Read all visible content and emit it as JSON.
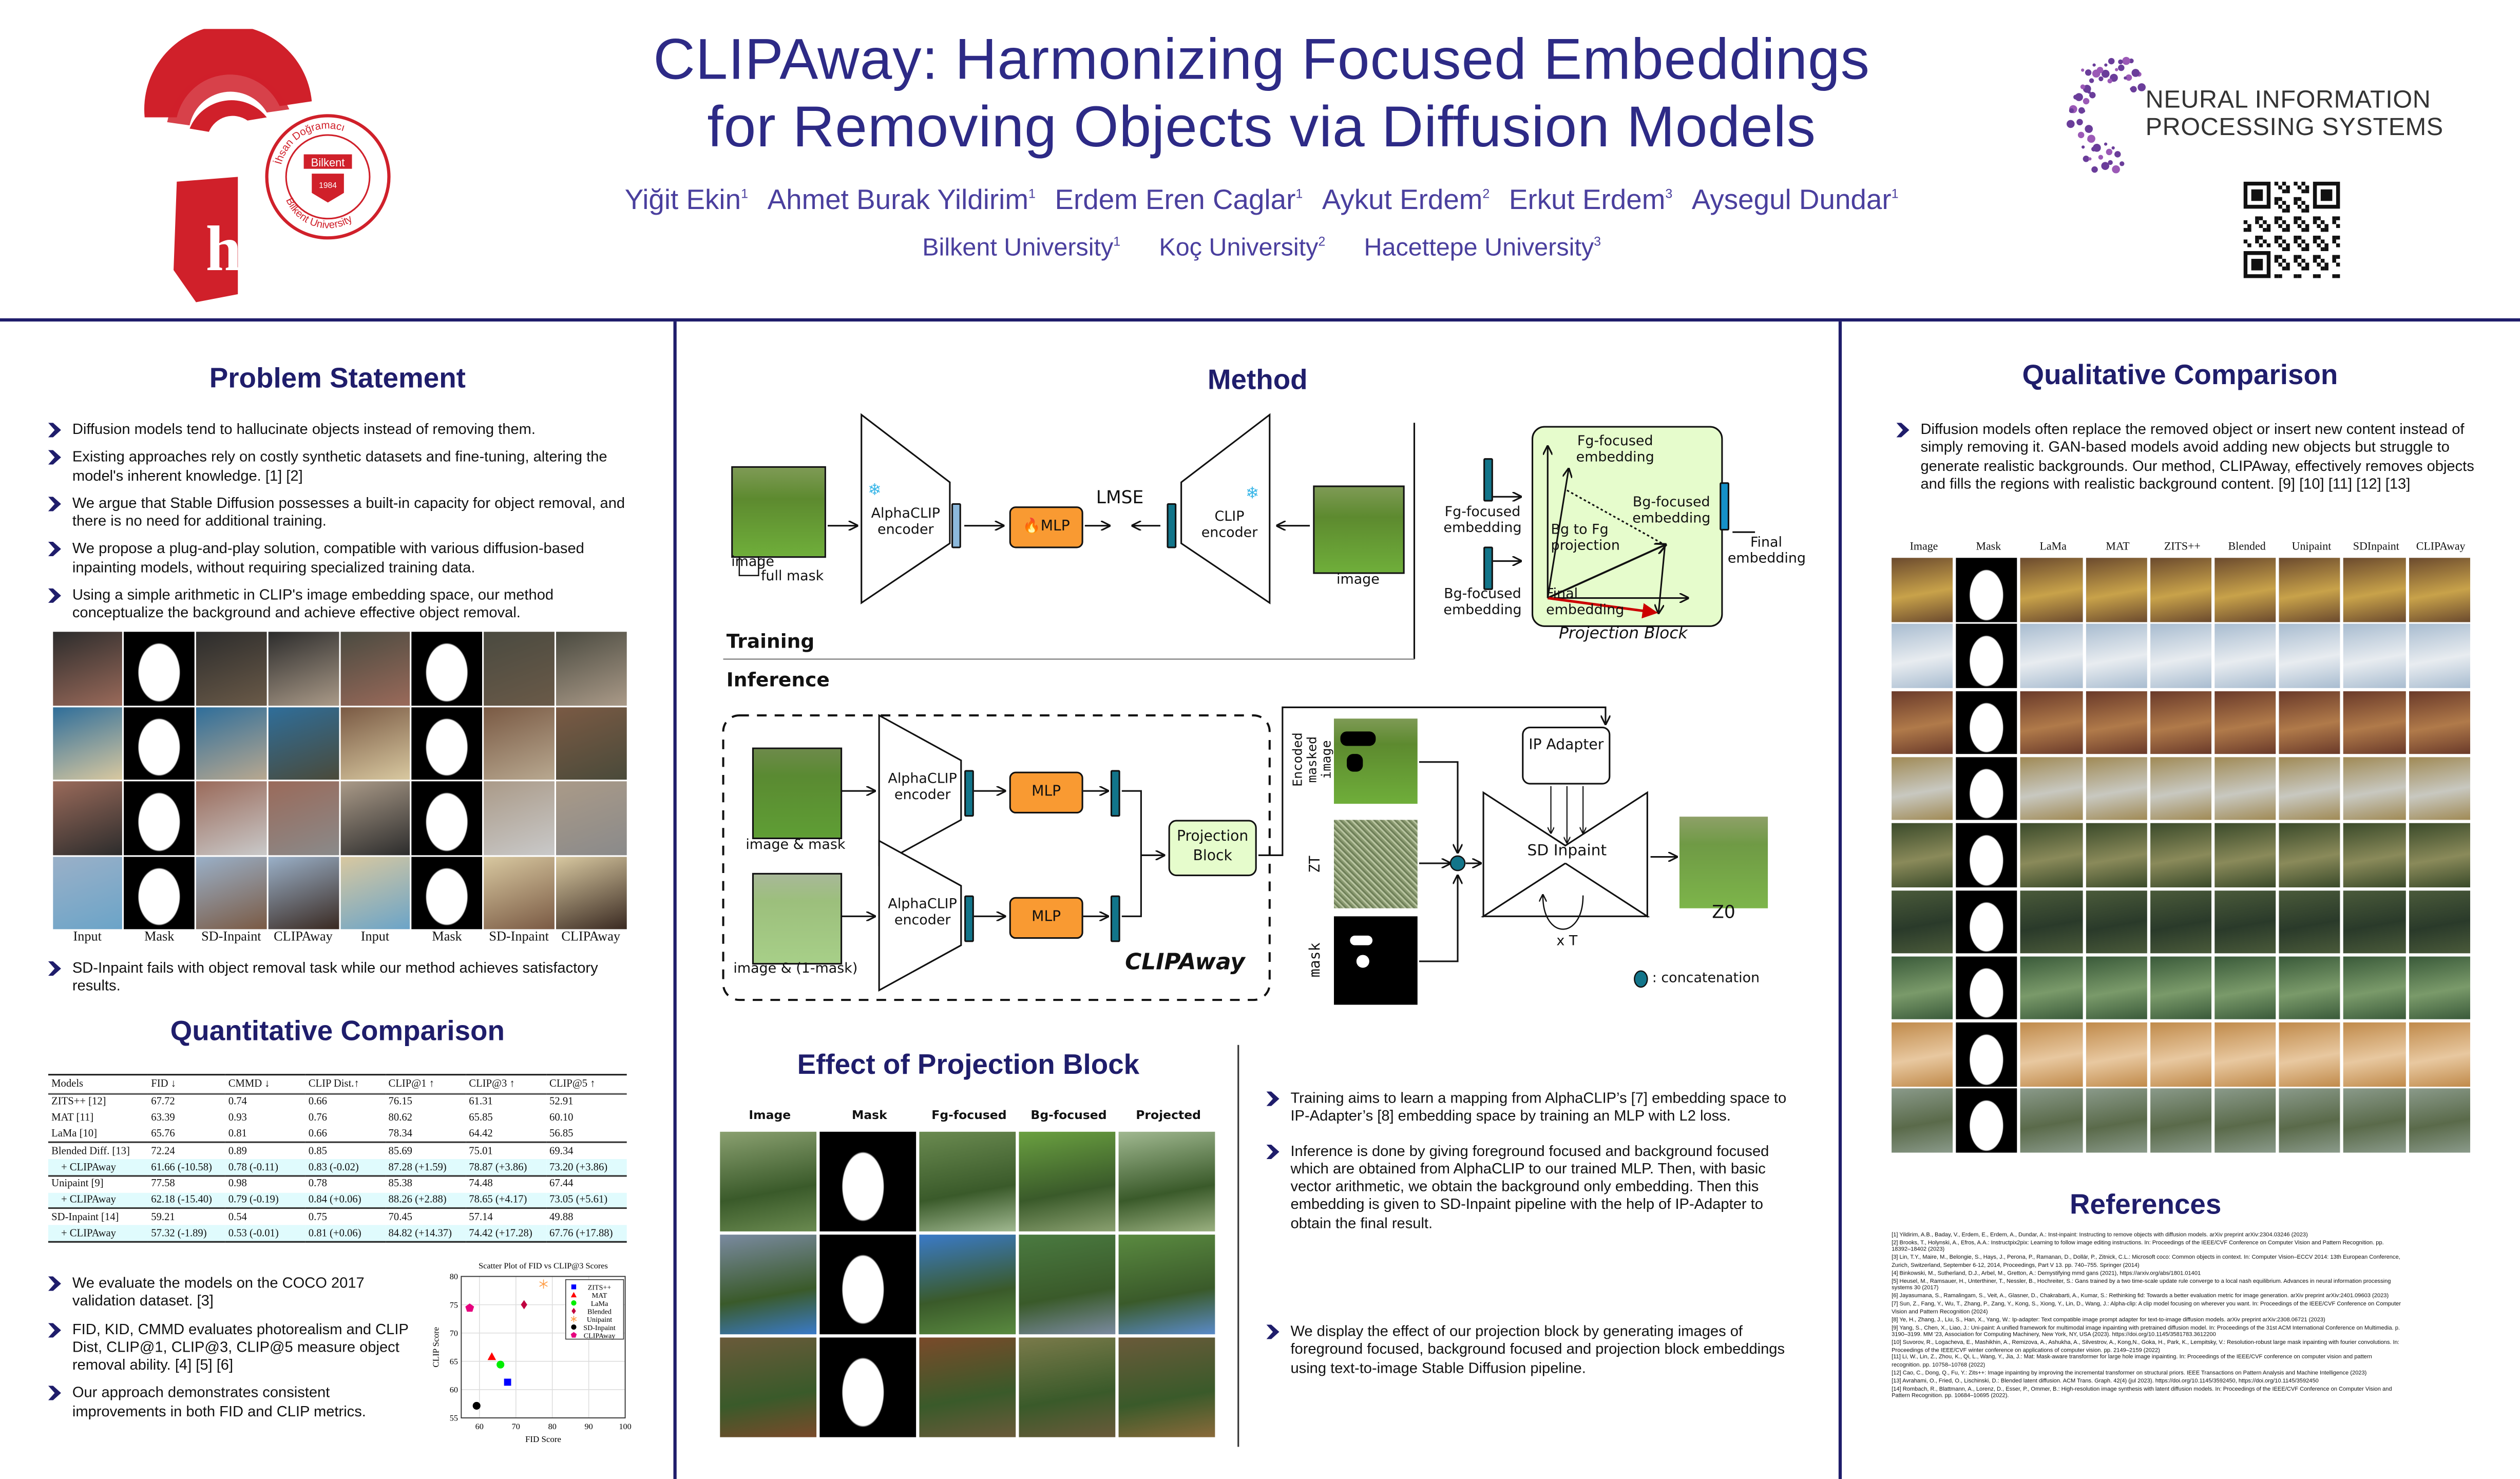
{
  "header": {
    "title_line1": "CLIPAway: Harmonizing Focused Embeddings",
    "title_line2": "for Removing Objects via Diffusion Models",
    "authors": [
      {
        "name": "Yiğit Ekin",
        "sup": "1"
      },
      {
        "name": "Ahmet Burak Yildirim",
        "sup": "1"
      },
      {
        "name": "Erdem Eren Caglar",
        "sup": "1"
      },
      {
        "name": "Aykut Erdem",
        "sup": "2"
      },
      {
        "name": "Erkut Erdem",
        "sup": "3"
      },
      {
        "name": "Aysegul Dundar",
        "sup": "1"
      }
    ],
    "affiliations": [
      {
        "name": "Bilkent University",
        "sup": "1"
      },
      {
        "name": "Koç University",
        "sup": "2"
      },
      {
        "name": "Hacettepe University",
        "sup": "3"
      }
    ],
    "seal_text": "İhsan Doğramacı Bilkent University 1984",
    "conference_line1": "NEURAL INFORMATION",
    "conference_line2": "PROCESSING SYSTEMS"
  },
  "problem": {
    "heading": "Problem Statement",
    "bullets": [
      "Diffusion models tend to hallucinate objects instead of removing them.",
      "Existing approaches rely on costly synthetic datasets and fine-tuning, altering the model's inherent knowledge. [1] [2]",
      "We argue that Stable Diffusion possesses a built-in capacity for object removal, and there is no need for additional training.",
      "We propose a plug-and-play solution, compatible with various diffusion-based inpainting models, without requiring specialized training data.",
      "Using a simple arithmetic in CLIP's image embedding space, our method conceptualize the background and achieve effective object removal."
    ],
    "figure_captions": [
      "Input",
      "Mask",
      "SD-Inpaint",
      "CLIPAway",
      "Input",
      "Mask",
      "SD-Inpaint",
      "CLIPAway"
    ],
    "figure_bullet": "SD-Inpaint fails with object removal task while our method achieves satisfactory results."
  },
  "quantitative": {
    "heading": "Quantitative Comparison",
    "columns": [
      "Models",
      "FID ↓",
      "CMMD ↓",
      "CLIP Dist.↑",
      "CLIP@1 ↑",
      "CLIP@3 ↑",
      "CLIP@5 ↑"
    ],
    "rows": [
      {
        "model": "ZITS++ [12]",
        "values": [
          "67.72",
          "0.74",
          "0.66",
          "76.15",
          "61.31",
          "52.91"
        ],
        "highlight": false,
        "group_start": false
      },
      {
        "model": "MAT [11]",
        "values": [
          "63.39",
          "0.93",
          "0.76",
          "80.62",
          "65.85",
          "60.10"
        ],
        "highlight": false,
        "group_start": false
      },
      {
        "model": "LaMa [10]",
        "values": [
          "65.76",
          "0.81",
          "0.66",
          "78.34",
          "64.42",
          "56.85"
        ],
        "highlight": false,
        "group_start": false
      },
      {
        "model": "Blended Diff. [13]",
        "values": [
          "72.24",
          "0.89",
          "0.85",
          "85.69",
          "75.01",
          "69.34"
        ],
        "highlight": false,
        "group_start": true
      },
      {
        "model": "+ CLIPAway",
        "values": [
          "61.66 (-10.58)",
          "0.78 (-0.11)",
          "0.83 (-0.02)",
          "87.28 (+1.59)",
          "78.87 (+3.86)",
          "73.20 (+3.86)"
        ],
        "highlight": true,
        "group_start": false
      },
      {
        "model": "Unipaint [9]",
        "values": [
          "77.58",
          "0.98",
          "0.78",
          "85.38",
          "74.48",
          "67.44"
        ],
        "highlight": false,
        "group_start": true
      },
      {
        "model": "+ CLIPAway",
        "values": [
          "62.18 (-15.40)",
          "0.79 (-0.19)",
          "0.84 (+0.06)",
          "88.26 (+2.88)",
          "78.65 (+4.17)",
          "73.05 (+5.61)"
        ],
        "highlight": true,
        "group_start": false
      },
      {
        "model": "SD-Inpaint [14]",
        "values": [
          "59.21",
          "0.54",
          "0.75",
          "70.45",
          "57.14",
          "49.88"
        ],
        "highlight": false,
        "group_start": true
      },
      {
        "model": "+ CLIPAway",
        "values": [
          "57.32 (-1.89)",
          "0.53 (-0.01)",
          "0.81 (+0.06)",
          "84.82 (+14.37)",
          "74.42 (+17.28)",
          "67.76 (+17.88)"
        ],
        "highlight": true,
        "group_start": false
      }
    ],
    "bullets": [
      "We evaluate the models on the COCO 2017 validation dataset. [3]",
      "FID, KID, CMMD evaluates photorealism and CLIP Dist, CLIP@1, CLIP@3, CLIP@5 measure object removal ability. [4] [5] [6]",
      "Our approach demonstrates consistent improvements in both FID and CLIP metrics."
    ]
  },
  "chart_data": {
    "type": "scatter",
    "title": "Scatter Plot of FID vs CLIP@3 Scores",
    "xlabel": "FID Score",
    "ylabel": "CLIP Score",
    "xlim": [
      55,
      100
    ],
    "ylim": [
      55,
      80
    ],
    "xticks": [
      60,
      70,
      80,
      90,
      100
    ],
    "yticks": [
      55,
      60,
      65,
      70,
      75,
      80
    ],
    "grid": true,
    "legend_position": "top-right",
    "series": [
      {
        "name": "ZITS++",
        "x": 67.72,
        "y": 61.31,
        "marker": "square",
        "color": "#0000ff"
      },
      {
        "name": "MAT",
        "x": 63.39,
        "y": 65.85,
        "marker": "triangle",
        "color": "#ff0000"
      },
      {
        "name": "LaMa",
        "x": 65.76,
        "y": 64.42,
        "marker": "circle",
        "color": "#00ee00"
      },
      {
        "name": "Blended",
        "x": 72.24,
        "y": 75.01,
        "marker": "diamond",
        "color": "#c0003f"
      },
      {
        "name": "Unipaint",
        "x": 77.58,
        "y": 78.65,
        "marker": "star",
        "color": "#ff9a40"
      },
      {
        "name": "SD-Inpaint",
        "x": 59.21,
        "y": 57.14,
        "marker": "circle",
        "color": "#000000"
      },
      {
        "name": "CLIPAway",
        "x": 57.32,
        "y": 74.42,
        "marker": "pentagon",
        "color": "#e6007e"
      }
    ]
  },
  "method": {
    "heading": "Method",
    "training_label": "Training",
    "inference_label": "Inference",
    "image_label": "image",
    "full_mask_label": "full mask",
    "alphaclip_label": "AlphaCLIP encoder",
    "clip_label": "CLIP encoder",
    "mlp_label": "MLP",
    "loss_label": "L",
    "loss_sub": "MSE",
    "fg_embedding": "Fg-focused embedding",
    "bg_embedding": "Bg-focused embedding",
    "bg_to_fg": "Bg to Fg projection",
    "final_embedding": "Final embedding",
    "projection_block": "Projection Block",
    "image_mask_label": "image & mask",
    "image_inv_mask_label": "image & (1-mask)",
    "clipaway_label": "CLIPAway",
    "encoded_masked_image": "Encoded masked image",
    "zt_label": "ZT",
    "mask_label": "mask",
    "ip_adapter": "IP Adapter",
    "sd_inpaint": "SD Inpaint",
    "z0_label": "Z0",
    "times_t": "x T",
    "concatenation": ": concatenation"
  },
  "effect": {
    "heading": "Effect of Projection Block",
    "columns": [
      "Image",
      "Mask",
      "Fg-focused",
      "Bg-focused",
      "Projected"
    ],
    "bullets": [
      "Training aims to learn a mapping from AlphaCLIP’s [7] embedding space to IP-Adapter’s [8] embedding space by training an MLP with L2 loss.",
      "Inference is done by giving foreground focused and background focused which are obtained from AlphaCLIP to our trained MLP. Then, with basic vector arithmetic, we obtain the background only embedding. Then this embedding is given to SD-Inpaint pipeline with the help of IP-Adapter to obtain the final result.",
      "We display the effect of our projection block by generating images of foreground focused, background focused and projection block embeddings using text-to-image Stable Diffusion pipeline."
    ]
  },
  "qualitative": {
    "heading": "Qualitative Comparison",
    "bullet": "Diffusion models often replace the removed object or insert new content instead of simply removing it. GAN-based models avoid adding new objects but struggle to generate realistic backgrounds. Our method, CLIPAway, effectively removes objects and fills the regions with realistic background content. [9] [10] [11] [12] [13]",
    "columns": [
      "Image",
      "Mask",
      "LaMa",
      "MAT",
      "ZITS++",
      "Blended",
      "Unipaint",
      "SDInpaint",
      "CLIPAway"
    ]
  },
  "references": {
    "heading": "References",
    "items": [
      "[1] Yildirim, A.B., Baday, V., Erdem, E., Erdem, A., Dundar, A.: Inst-inpaint: Instructing to remove objects with diffusion models. arXiv preprint arXiv:2304.03246 (2023)",
      "[2] Brooks, T., Holynski, A., Efros, A.A.: Instructpix2pix: Learning to follow image editing instructions. In: Proceedings of the IEEE/CVF Conference on Computer Vision and Pattern Recognition. pp. 18392–18402 (2023)",
      "[3] Lin, T.Y., Maire, M., Belongie, S., Hays, J., Perona, P., Ramanan, D., Dollár, P., Zitnick, C.L.: Microsoft coco: Common objects in context. In: Computer Vision–ECCV 2014: 13th European Conference, Zurich, Switzerland, September 6-12, 2014, Proceedings, Part V 13. pp. 740–755. Springer (2014)",
      "[4] Binkowski, M., Sutherland, D.J., Arbel, M., Gretton, A.: Demystifying mmd gans (2021), https://arxiv.org/abs/1801.01401",
      "[5] Heusel, M., Ramsauer, H., Unterthiner, T., Nessler, B., Hochreiter, S.: Gans trained by a two time-scale update rule converge to a local nash equilibrium. Advances in neural information processing systems 30 (2017)",
      "[6] Jayasumana, S., Ramalingam, S., Veit, A., Glasner, D., Chakrabarti, A., Kumar, S.: Rethinking fid: Towards a better evaluation metric for image generation. arXiv preprint arXiv:2401.09603 (2023)",
      "[7] Sun, Z., Fang, Y., Wu, T., Zhang, P., Zang, Y., Kong, S., Xiong, Y., Lin, D., Wang, J.: Alpha-clip: A clip model focusing on wherever you want. In: Proceedings of the IEEE/CVF Conference on Computer Vision and Pattern Recognition (2024)",
      "[8] Ye, H., Zhang, J., Liu, S., Han, X., Yang, W.: Ip-adapter: Text compatible image prompt adapter for text-to-image diffusion models. arXiv preprint arXiv:2308.06721 (2023)",
      "[9] Yang, S., Chen, X., Liao, J.: Uni-paint: A unified framework for multimodal image inpainting with pretrained diffusion model. In: Proceedings of the 31st ACM International Conference on Multimedia. p. 3190–3199. MM '23, Association for Computing Machinery, New York, NY, USA (2023). https://doi.org/10.1145/3581783.3612200",
      "[10] Suvorov, R., Logacheva, E., Mashikhin, A., Remizova, A., Ashukha, A., Silvestrov, A., Kong,N., Goka, H., Park, K., Lempitsky, V.: Resolution-robust large mask inpainting with fourier convolutions. In: Proceedings of the IEEE/CVF winter conference on applications of computer vision. pp. 2149–2159 (2022)",
      "[11] Li, W., Lin, Z., Zhou, K., Qi, L., Wang, Y., Jia, J.: Mat: Mask-aware transformer for large hole image inpainting. In: Proceedings of the IEEE/CVF conference on computer vision and pattern recognition. pp. 10758–10768 (2022)",
      "[12] Cao, C., Dong, Q., Fu, Y.: Zits++: Image inpainting by improving the incremental transformer on structural priors. IEEE Transactions on Pattern Analysis and Machine Intelligence (2023)",
      "[13] Avrahami, O., Fried, O., Lischinski, D.: Blended latent diffusion. ACM Trans. Graph. 42(4) (jul 2023). https://doi.org/10.1145/3592450, https://doi.org/10.1145/3592450",
      "[14] Rombach, R., Blattmann, A., Lorenz, D., Esser, P., Ommer, B.: High-resolution image synthesis with latent diffusion models. In: Proceedings of the IEEE/CVF Conference on Computer Vision and Pattern Recognition. pp. 10684–10695 (2022)."
    ]
  },
  "colors": {
    "heading": "#1f1d6b",
    "title": "#2d2a86",
    "authors": "#4a3f9e",
    "highlight_row": "#e0fbfd",
    "mlp": "#f99a32",
    "projection_block": "#e6fccc",
    "embedding_bar": "#12758a",
    "logo_red": "#d0202a",
    "neurips_purple": "#6a3d9a"
  }
}
